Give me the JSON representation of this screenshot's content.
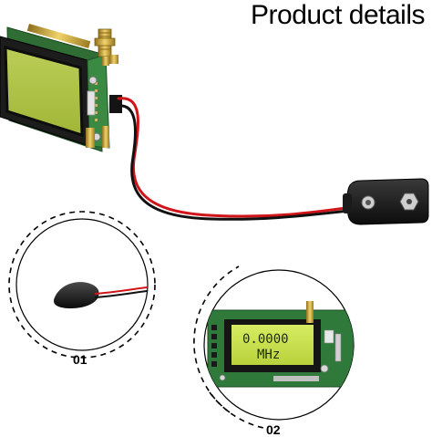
{
  "header": {
    "title": "Product details"
  },
  "callouts": [
    {
      "number": "01"
    },
    {
      "number": "02"
    }
  ],
  "lcd": {
    "line1": "0.0000",
    "line2": "MHz"
  },
  "colors": {
    "lcd_backlight": "#c8e04a",
    "pcb_green": "#2f7a3a",
    "wire_red": "#d0141a",
    "wire_black": "#111111",
    "connector_black": "#1a1a1a",
    "brass": "#c9a53a"
  },
  "icons": {
    "antenna_connector": "sma-connector-icon",
    "battery_snap": "battery-snap-icon"
  }
}
